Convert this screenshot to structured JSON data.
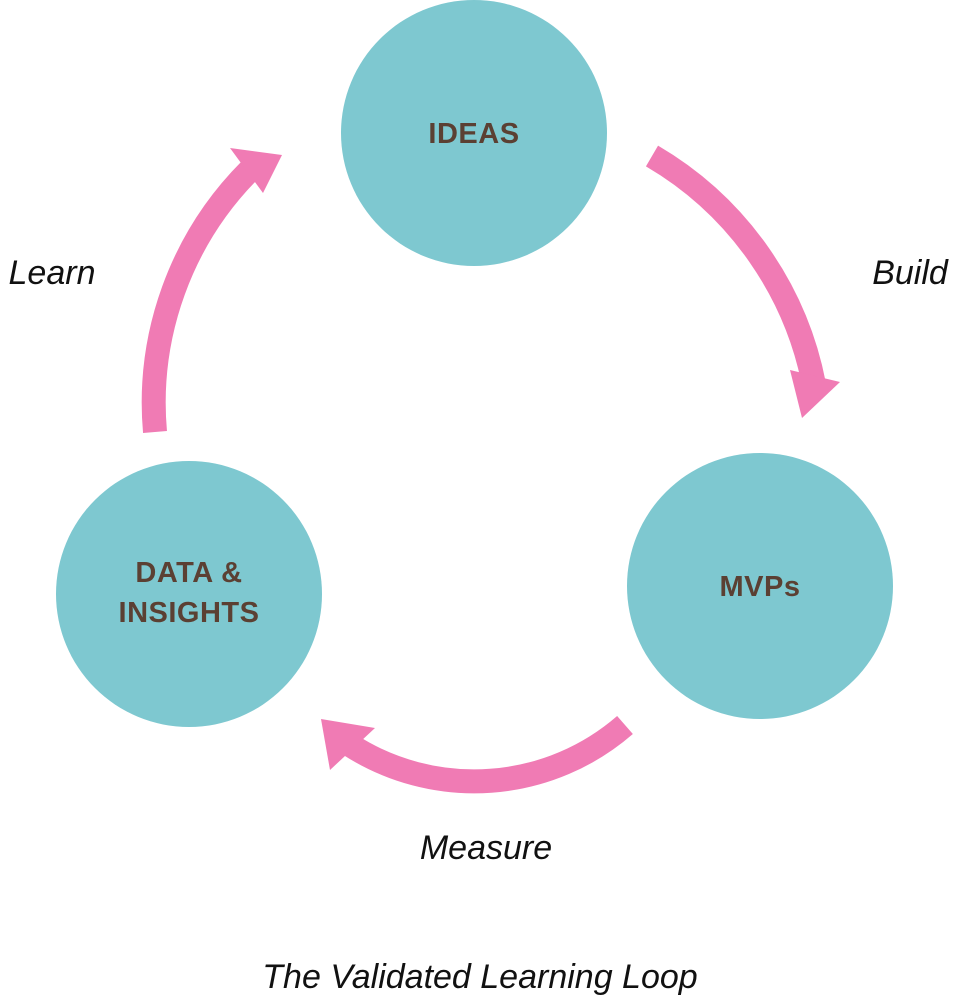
{
  "colors": {
    "node_fill": "#7ec8d0",
    "node_text": "#5b4033",
    "arrow": "#f07bb4",
    "label_text": "#111111",
    "background": "#ffffff"
  },
  "nodes": {
    "ideas": {
      "lines": [
        "IDEAS"
      ]
    },
    "mvps": {
      "lines": [
        "MVPs"
      ]
    },
    "data": {
      "lines": [
        "DATA &",
        "INSIGHTS"
      ]
    }
  },
  "edges": {
    "build": "Build",
    "measure": "Measure",
    "learn": "Learn"
  },
  "caption": "The Validated Learning Loop"
}
